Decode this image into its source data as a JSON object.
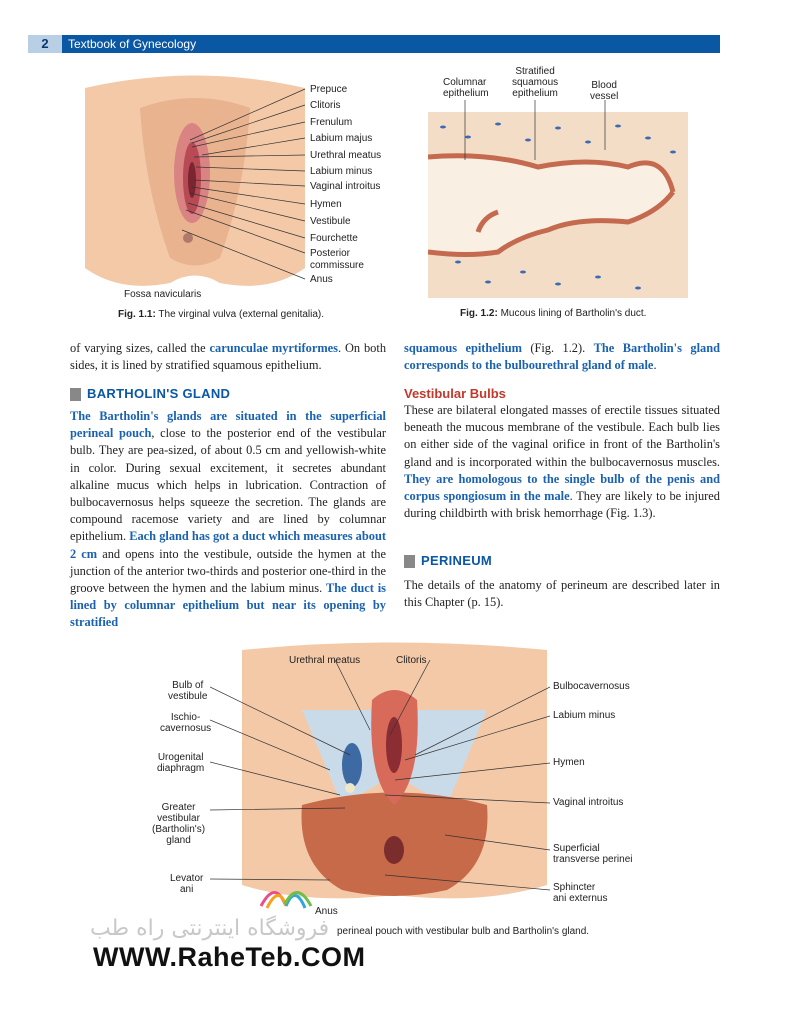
{
  "header": {
    "page_number": "2",
    "running_title": "Textbook of Gynecology"
  },
  "figure1": {
    "labels": [
      "Prepuce",
      "Clitoris",
      "Frenulum",
      "Labium majus",
      "Urethral meatus",
      "Labium minus",
      "Vaginal introitus",
      "Hymen",
      "Vestibule",
      "Fourchette",
      "Posterior",
      "commissure",
      "Anus"
    ],
    "fossa_label": "Fossa navicularis",
    "caption_num": "Fig. 1.1:",
    "caption_text": "The virginal vulva (external genitalia)."
  },
  "figure2": {
    "label_columnar_1": "Columnar",
    "label_columnar_2": "epithelium",
    "label_stratified_1": "Stratified",
    "label_stratified_2": "squamous",
    "label_stratified_3": "epithelium",
    "label_blood_1": "Blood",
    "label_blood_2": "vessel",
    "caption_num": "Fig. 1.2:",
    "caption_text": "Mucous lining of Bartholin's duct."
  },
  "left_col": {
    "intro_a": "of varying sizes, called the ",
    "intro_b": "carunculae myrtiformes",
    "intro_c": ". On both sides, it is lined by stratified squamous epithelium.",
    "section_bartholin": "BARTHOLIN'S GLAND",
    "p1_blue_a": "The Bartholin's glands are situated in the superficial perineal pouch",
    "p1_a": ", close to the posterior end of the vestibular bulb. They are pea-sized, of about 0.5 cm and yellowish-white in color. During sexual excitement, it secretes abundant alkaline mucus which helps in lubrication. Contraction of bulbocavernosus helps squeeze the secretion. The glands are compound racemose variety and are lined by columnar epithelium. ",
    "p1_blue_b": "Each gland has got a duct which measures about 2 cm",
    "p1_b": " and opens into the vestibule, outside the hymen at the junction of the anterior two-thirds and posterior one-third in the groove between the hymen and the labium minus. ",
    "p1_blue_c": "The duct is lined by columnar epithelium but near its opening by stratified"
  },
  "right_col": {
    "cont_blue_a": "squamous epithelium",
    "cont_a": " (Fig. 1.2). ",
    "cont_blue_b": "The Bartholin's gland corresponds to the bulbourethral gland of male",
    "cont_b": ".",
    "subhead_bulbs": "Vestibular Bulbs",
    "bulbs_a": "These are bilateral elongated masses of erectile tissues situated beneath the mucous membrane of the vestibule. Each bulb lies on either side of the vaginal orifice in front of the Bartholin's gland and is incorporated within the bulbocavernosus muscles. ",
    "bulbs_blue": "They are homologous to the single bulb of the penis and corpus spongiosum in the male",
    "bulbs_b": ". They are likely to be injured during childbirth with brisk hemorrhage (Fig. 1.3).",
    "section_perineum": "PERINEUM",
    "perineum_text": "The details of the anatomy of perineum are described later in this Chapter (p. 15)."
  },
  "figure3": {
    "top_urethral": "Urethral meatus",
    "top_clitoris": "Clitoris",
    "left_labels": [
      "Bulb of",
      "vestibule",
      "Ischio-",
      "cavernosus",
      "Urogenital",
      "diaphragm",
      "Greater",
      "vestibular",
      "(Bartholin's)",
      "gland",
      "Levator",
      "ani"
    ],
    "right_labels": [
      "Bulbocavernosus",
      "Labium minus",
      "Hymen",
      "Vaginal introitus",
      "Superficial",
      "transverse perinei",
      "Sphincter",
      "ani externus"
    ],
    "bottom_anus": "Anus",
    "caption_visible": "perineal pouch with vestibular bulb and Bartholin's gland."
  },
  "watermark": {
    "persian_text": "فروشگاه اینترنتی راه طب",
    "site": "WWW.RaheTeb.COM"
  },
  "colors": {
    "header_blue": "#0a57a4",
    "highlight_blue": "#1a62b0",
    "subhead_red": "#c0392b"
  }
}
